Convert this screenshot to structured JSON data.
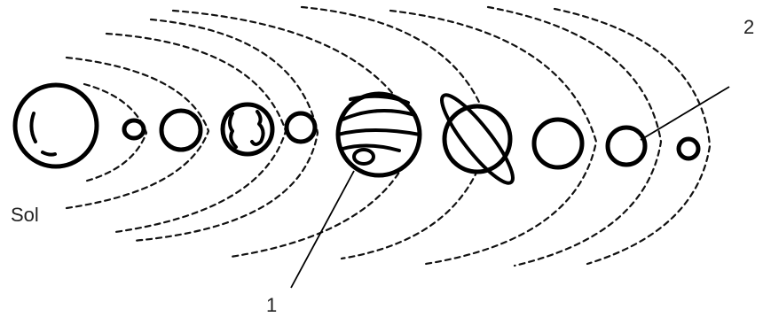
{
  "labels": {
    "sun": "Sol",
    "callout_1": "1",
    "callout_2": "2"
  },
  "colors": {
    "line": "#000000",
    "background": "#ffffff"
  }
}
